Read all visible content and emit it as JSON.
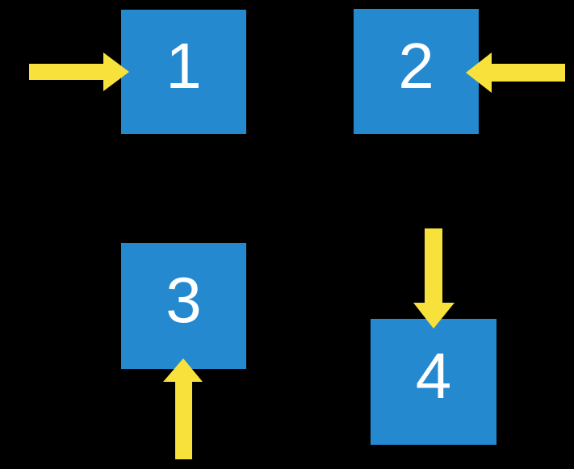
{
  "diagram": {
    "description": "Four numbered squares each indicated by a yellow arrow",
    "background": "#000000",
    "colors": {
      "background": "#000000",
      "box_fill": "#2589D0",
      "arrow_fill": "#F8E13A",
      "label": "#FFFFFF"
    },
    "boxes": [
      {
        "label": "1",
        "arrow_direction": "right",
        "arrow_icon": "arrow-right-icon"
      },
      {
        "label": "2",
        "arrow_direction": "left",
        "arrow_icon": "arrow-left-icon"
      },
      {
        "label": "3",
        "arrow_direction": "up",
        "arrow_icon": "arrow-up-icon"
      },
      {
        "label": "4",
        "arrow_direction": "down",
        "arrow_icon": "arrow-down-icon"
      }
    ]
  }
}
